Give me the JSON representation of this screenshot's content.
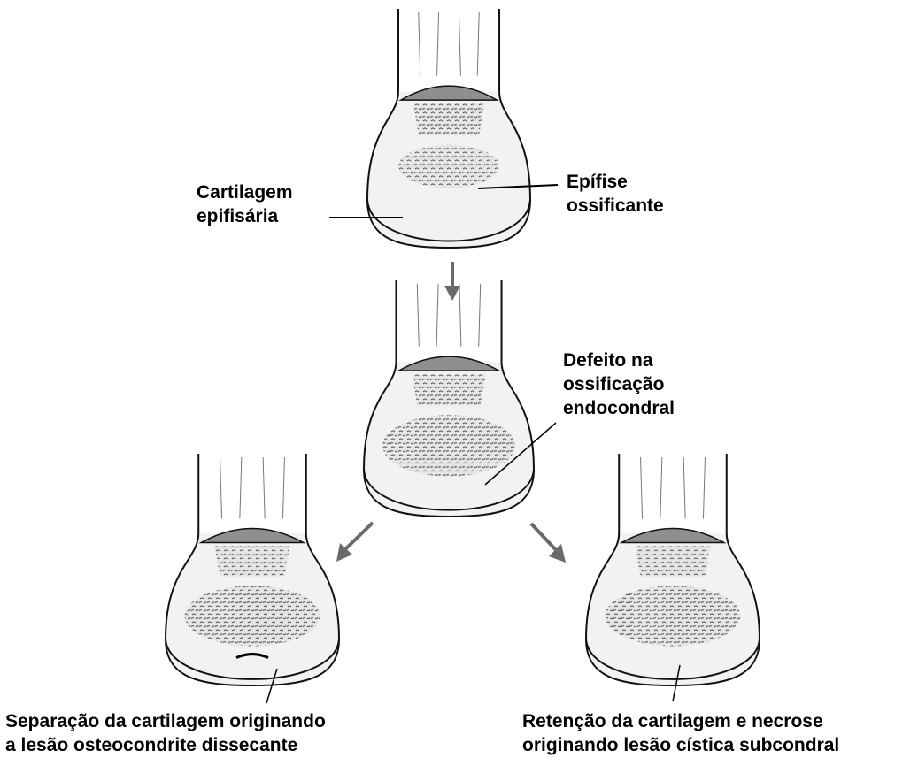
{
  "diagram": {
    "labels": {
      "cartilagem": [
        "Cartilagem",
        "epifisária"
      ],
      "epifise": [
        "Epífise",
        "ossificante"
      ],
      "defeito": [
        "Defeito na",
        "ossificação",
        "endocondral"
      ],
      "separacao": [
        "Separação da cartilagem originando",
        "a lesão osteocondrite dissecante"
      ],
      "retencao": [
        "Retenção da cartilagem e necrose",
        "originando lesão cística  subcondral"
      ]
    },
    "colors": {
      "outline": "#111111",
      "cap": "#8f8f8f",
      "arrow": "#6a6a6a",
      "stipple": "#555555"
    }
  }
}
